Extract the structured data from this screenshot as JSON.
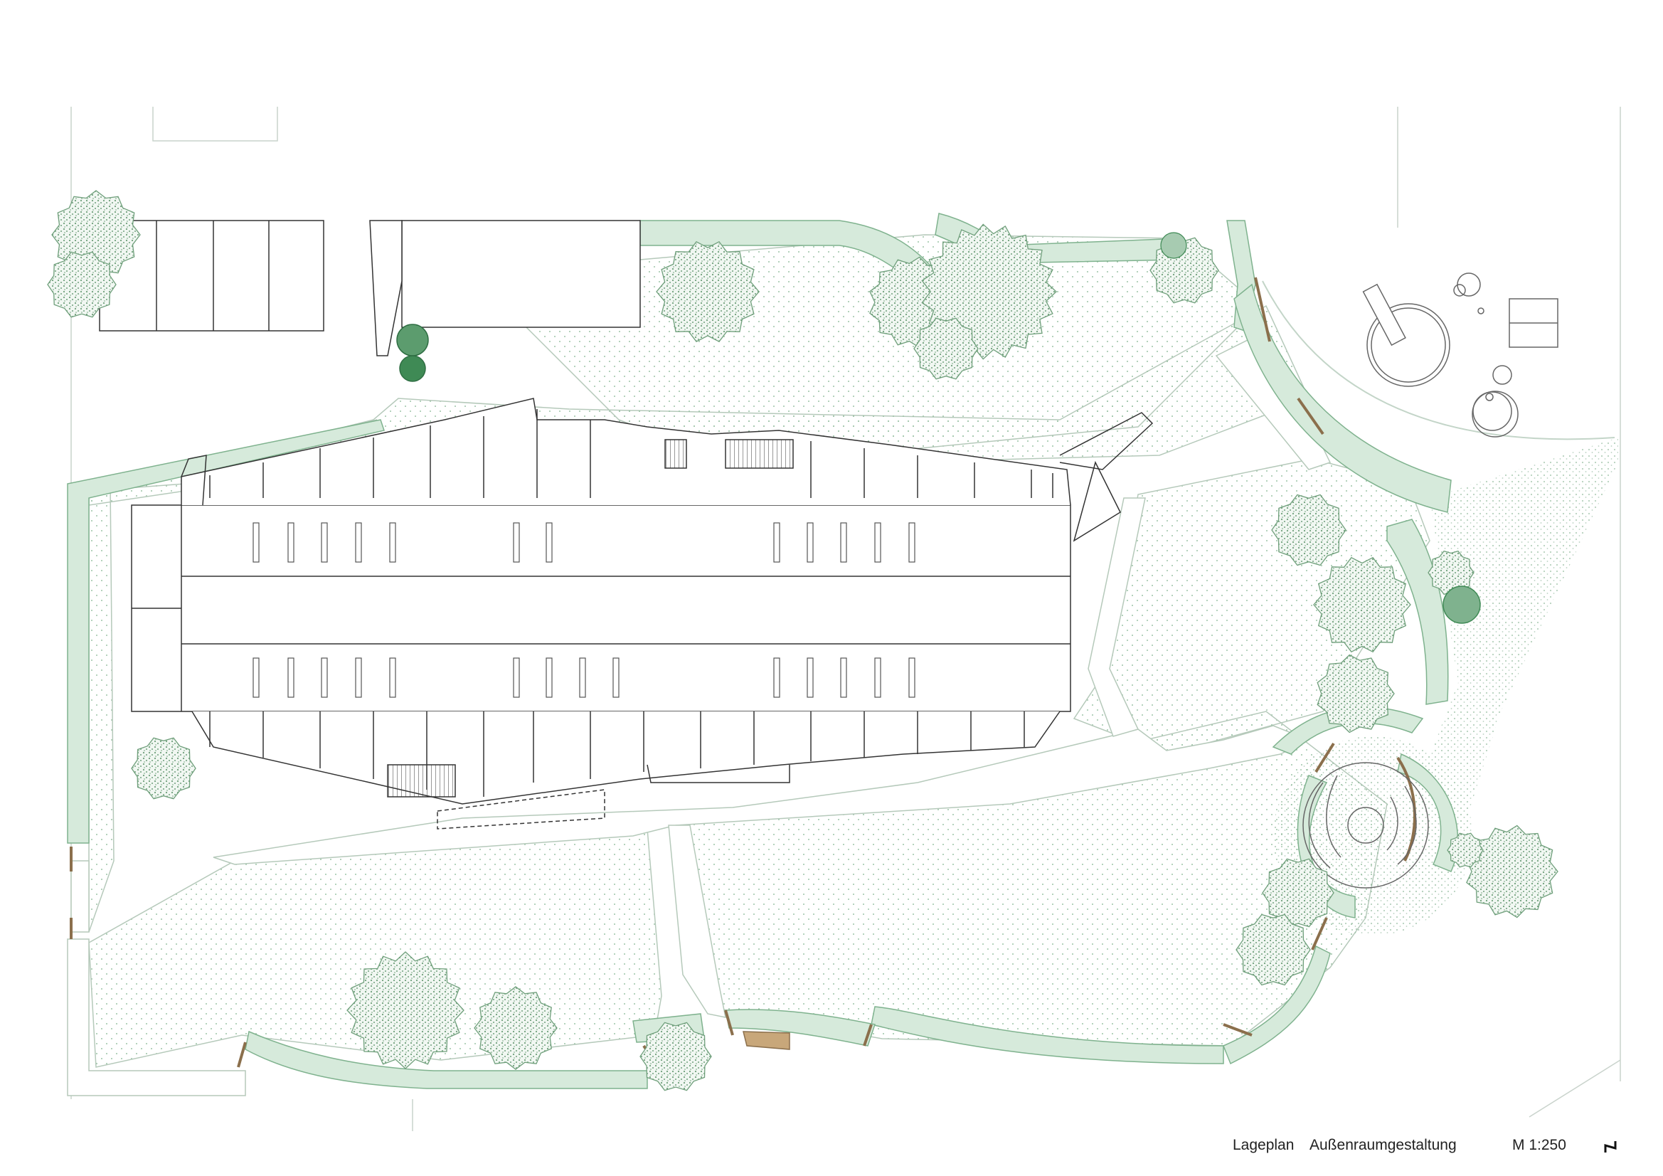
{
  "plan": {
    "title": "Lageplan",
    "subtitle": "Außenraumgestaltung",
    "scale": "M 1:250",
    "north_symbol": "N-arrow-icon"
  },
  "colors": {
    "hedge_fill": "#d6eadb",
    "hedge_stroke": "#7fb28e",
    "lawn_dot": "#9cc3a6",
    "tree_fill": "#eef5ef",
    "tree_stroke": "#6f9f7b",
    "dark_tree": "#3f8a55",
    "building_line": "#333333",
    "site_line": "#b5c9ba",
    "bench_wood": "#8b6f4c"
  }
}
